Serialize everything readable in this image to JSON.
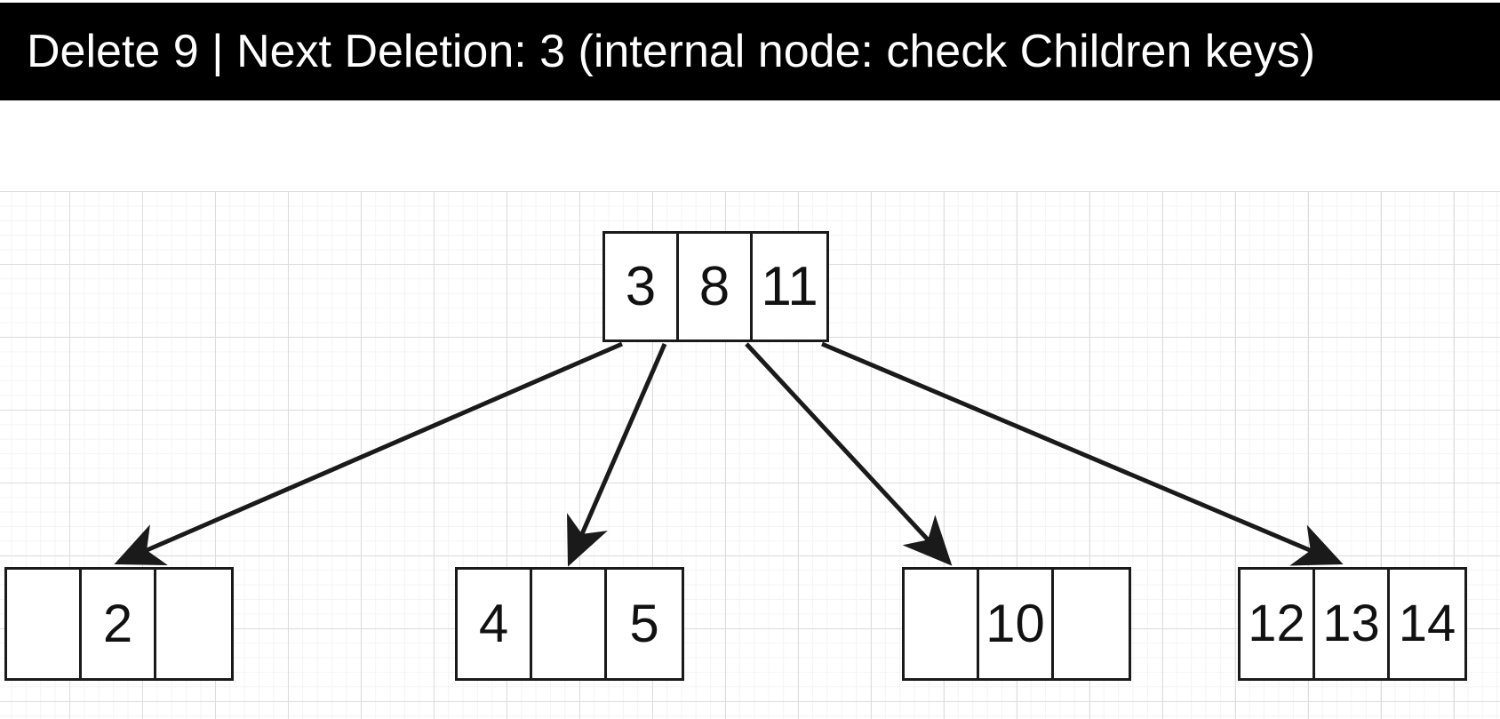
{
  "status": {
    "text": "Delete 9 | Next Deletion: 3 (internal node: check Children keys)",
    "background_color": "#000000",
    "text_color": "#ffffff"
  },
  "tree": {
    "type": "b-tree",
    "order": 4,
    "node_border_color": "#1a1a1a",
    "node_fill_color": "#ffffff",
    "edge_color": "#1a1a1a",
    "root": {
      "name": "root-node",
      "cells": [
        "3",
        "8",
        "11"
      ]
    },
    "leaves": [
      {
        "name": "leaf-node-1",
        "cells": [
          "",
          "2",
          ""
        ]
      },
      {
        "name": "leaf-node-2",
        "cells": [
          "4",
          "",
          "5"
        ]
      },
      {
        "name": "leaf-node-3",
        "cells": [
          "",
          "10",
          ""
        ]
      },
      {
        "name": "leaf-node-4",
        "cells": [
          "12",
          "13",
          "14"
        ]
      }
    ],
    "edges": [
      {
        "name": "edge-root-to-leaf-1",
        "from": "root",
        "to": "leaf-node-1"
      },
      {
        "name": "edge-root-to-leaf-2",
        "from": "root",
        "to": "leaf-node-2"
      },
      {
        "name": "edge-root-to-leaf-3",
        "from": "root",
        "to": "leaf-node-3"
      },
      {
        "name": "edge-root-to-leaf-4",
        "from": "root",
        "to": "leaf-node-4"
      }
    ]
  },
  "canvas": {
    "grid_major_color": "#dddddd",
    "grid_minor_color": "#f4f4f4",
    "background_color": "#ffffff"
  }
}
